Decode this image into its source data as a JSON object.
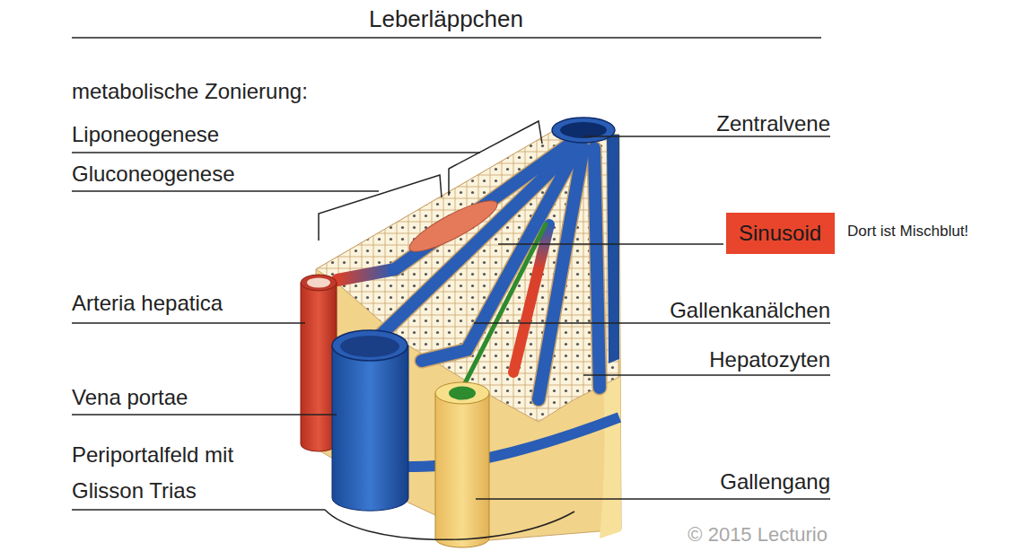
{
  "diagram": {
    "title": "Leberläppchen",
    "nodes": [
      {
        "text": [
          "Sinusoid"
        ]
      }
    ],
    "labels": [
      "metabolische Zonierung:",
      "Liponeogenese",
      "Gluconeogenese",
      "Zentralvene",
      "Dort ist Mischblut!",
      "Arteria hepatica",
      "Gallenkanälchen",
      "Hepatozyten",
      "Vena portae",
      "Periportalfeld mit Glisson Trias",
      "Gallengang",
      "© 2015 Lecturio"
    ]
  }
}
